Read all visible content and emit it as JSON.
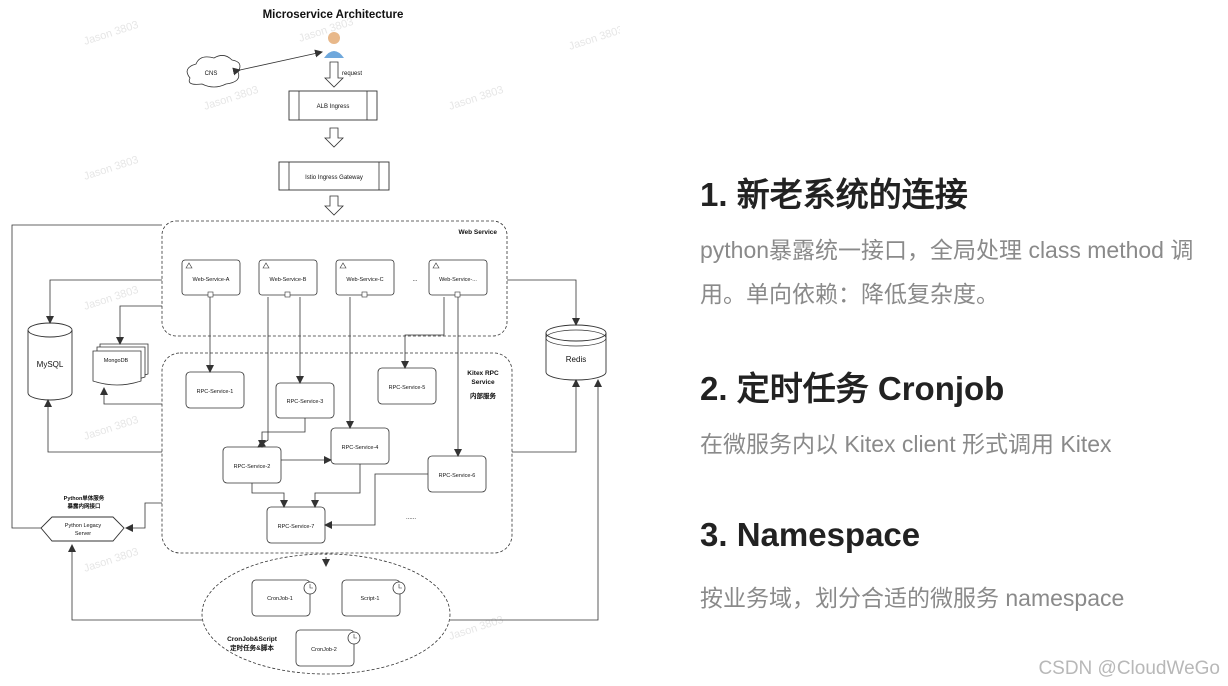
{
  "diagram": {
    "title": "Microservice Architecture",
    "cns": "CNS",
    "request": "request",
    "alb": "ALB Ingress",
    "istio": "Istio Ingress Gateway",
    "web_service_title": "Web Service",
    "web_services": [
      "Web-Service-A",
      "Web-Service-B",
      "Web-Service-C",
      "Web-Service-..."
    ],
    "web_ellipsis": "...",
    "mysql": "MySQL",
    "mongodb": "MongoDB",
    "redis": "Redis",
    "kitex_title": [
      "Kitex RPC",
      "Service",
      "内部服务"
    ],
    "rpc_services": [
      "RPC-Service-1",
      "RPC-Service-2",
      "RPC-Service-3",
      "RPC-Service-4",
      "RPC-Service-5",
      "RPC-Service-6",
      "RPC-Service-7"
    ],
    "rpc_ellipsis": "......",
    "python_label": [
      "Python单体服务",
      "暴露内网接口"
    ],
    "python_server": [
      "Python Legacy",
      "Server"
    ],
    "cron_title": [
      "CronJob&Script",
      "定时任务&脚本"
    ],
    "jobs": [
      "CronJob-1",
      "Script-1",
      "CronJob-2"
    ],
    "watermark": "Jason 3803"
  },
  "sections": [
    {
      "heading": "1. 新老系统的连接",
      "text": "python暴露统一接口，全局处理 class method 调用。单向依赖：降低复杂度。"
    },
    {
      "heading": "2. 定时任务 Cronjob",
      "text": "在微服务内以 Kitex client 形式调用 Kitex"
    },
    {
      "heading": "3. Namespace",
      "text": "按业务域，划分合适的微服务 namespace"
    }
  ],
  "footer": "CSDN @CloudWeGo",
  "colors": {
    "line": "#333333",
    "heading": "#222222",
    "text": "#8a8a8a",
    "footer": "#b8b8b8"
  }
}
